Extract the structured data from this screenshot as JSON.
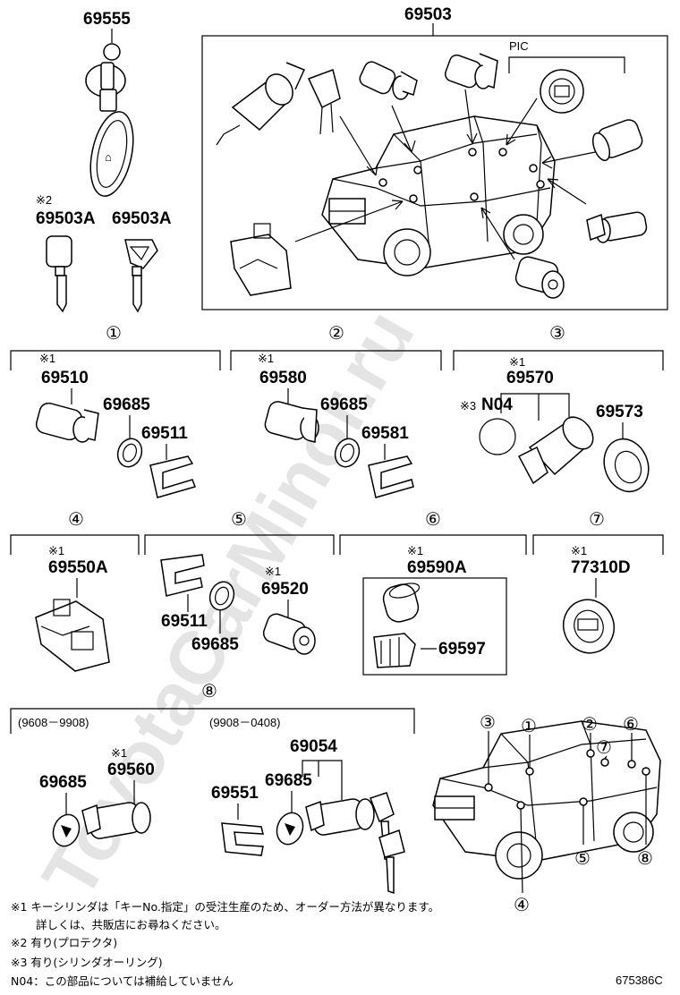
{
  "top": {
    "keyring_part": "69555",
    "assembly_part": "69503",
    "pic_label": "PIC",
    "key1_mark": "※2",
    "key1_part": "69503A",
    "key2_part": "69503A"
  },
  "sections": {
    "s1": {
      "num": "①",
      "mark": "※1",
      "main": "69510",
      "a": "69685",
      "b": "69511"
    },
    "s2": {
      "num": "②",
      "mark": "※1",
      "main": "69580",
      "a": "69685",
      "b": "69581"
    },
    "s3": {
      "num": "③",
      "mark": "※1",
      "main": "69570",
      "ring_mark": "※3",
      "ring": "N04",
      "b": "69573"
    },
    "s4": {
      "num": "④",
      "mark": "※1",
      "main": "69550A"
    },
    "s5": {
      "num": "⑤",
      "mark": "※1",
      "main": "69520",
      "a": "69511",
      "b": "69685"
    },
    "s6": {
      "num": "⑥",
      "mark": "※1",
      "main": "69590A",
      "b": "69597"
    },
    "s7": {
      "num": "⑦",
      "mark": "※1",
      "main": "77310D"
    },
    "s8": {
      "num": "⑧",
      "range1": "(9608－9908)",
      "range2": "(9908－0408)",
      "p1": "69685",
      "p2_mark": "※1",
      "p2": "69560",
      "p3": "69551",
      "p4": "69685",
      "p5": "69054"
    }
  },
  "locator": {
    "n1": "①",
    "n2": "②",
    "n3": "③",
    "n4": "④",
    "n5": "⑤",
    "n6": "⑥",
    "n7": "⑦",
    "n8": "⑧"
  },
  "notes": {
    "n1a": "※1 キーシリンダは「キーNo.指定」の受注生産のため、オーダー方法が異なります。",
    "n1b": "詳しくは、共販店にお尋ねください。",
    "n2": "※2 有り(プロテクタ)",
    "n3": "※3 有り(シリンダオーリング)",
    "n4": "N04：この部品については補給していません"
  },
  "footer": {
    "code": "675386C"
  },
  "watermark": "ToyotaCarMinor.ru"
}
